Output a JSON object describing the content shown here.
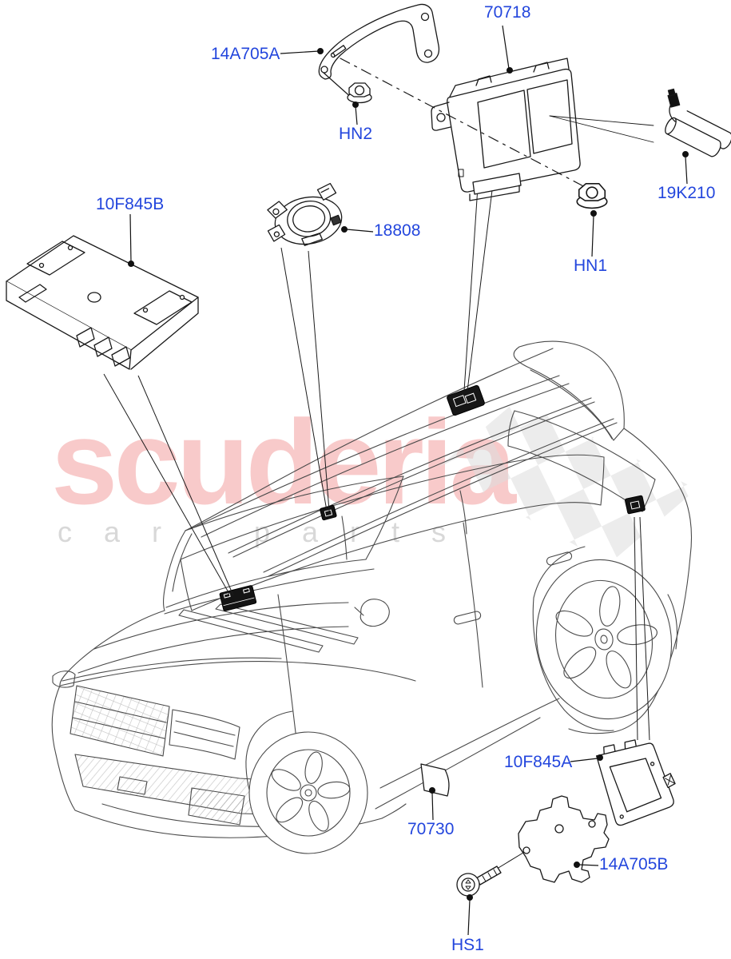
{
  "watermark": {
    "primary": "scuderia",
    "secondary": "car parts"
  },
  "colors": {
    "label_blue": "#2346dd",
    "watermark_pink": "#f8caca",
    "watermark_gray": "#d8d8d8",
    "flag_gray": "#dcdcdc",
    "car_line": "#4a4a4a",
    "part_line": "#181818"
  },
  "labels": {
    "bracket_top": "14A705A",
    "module_top": "70718",
    "nut_hn2": "HN2",
    "module_left": "10F845B",
    "rain_sensor": "18808",
    "nut_hn1": "HN1",
    "antenna": "19K210",
    "module_rear": "10F845A",
    "pad": "70730",
    "bracket_bottom": "14A705B",
    "screw_hs1": "HS1"
  }
}
